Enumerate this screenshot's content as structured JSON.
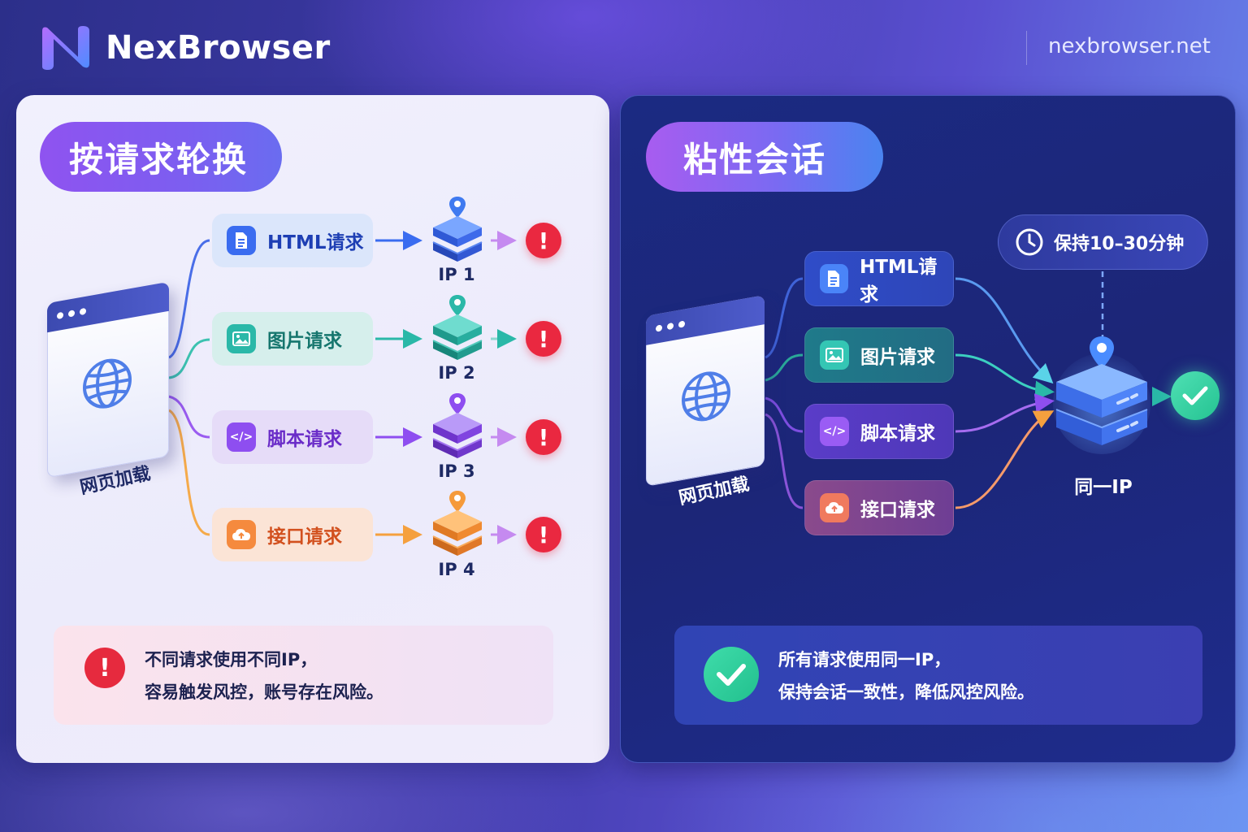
{
  "header": {
    "brand": "NexBrowser",
    "url": "nexbrowser.net"
  },
  "left_panel": {
    "title": "按请求轮换",
    "web_label": "网页加载",
    "requests": [
      {
        "label": "HTML请求",
        "icon": "document-icon",
        "color": "#3a6cf0"
      },
      {
        "label": "图片请求",
        "icon": "image-icon",
        "color": "#2ab8a8"
      },
      {
        "label": "脚本请求",
        "icon": "code-icon",
        "color": "#8e4ef0"
      },
      {
        "label": "接口请求",
        "icon": "cloud-icon",
        "color": "#f58a3e"
      }
    ],
    "ips": [
      "IP 1",
      "IP 2",
      "IP 3",
      "IP 4"
    ],
    "alert_glyph": "!",
    "note_lines": [
      "不同请求使用不同IP，",
      "容易触发风控，账号存在风险。"
    ]
  },
  "right_panel": {
    "title": "粘性会话",
    "web_label": "网页加载",
    "keep_badge": "保持10–30分钟",
    "requests": [
      {
        "label": "HTML请求",
        "icon": "document-icon",
        "color": "#3a6cf0"
      },
      {
        "label": "图片请求",
        "icon": "image-icon",
        "color": "#2ab8a8"
      },
      {
        "label": "脚本请求",
        "icon": "code-icon",
        "color": "#8e4ef0"
      },
      {
        "label": "接口请求",
        "icon": "cloud-icon",
        "color": "#f07a5e"
      }
    ],
    "same_ip_label": "同一IP",
    "note_lines": [
      "所有请求使用同一IP，",
      "保持会话一致性，降低风控风险。"
    ]
  },
  "colors": {
    "html": "#3a6cf0",
    "image": "#2ab8a8",
    "script": "#8e4ef0",
    "api": "#f58a3e",
    "alert": "#ea2840",
    "ok": "#2fcf9e"
  }
}
